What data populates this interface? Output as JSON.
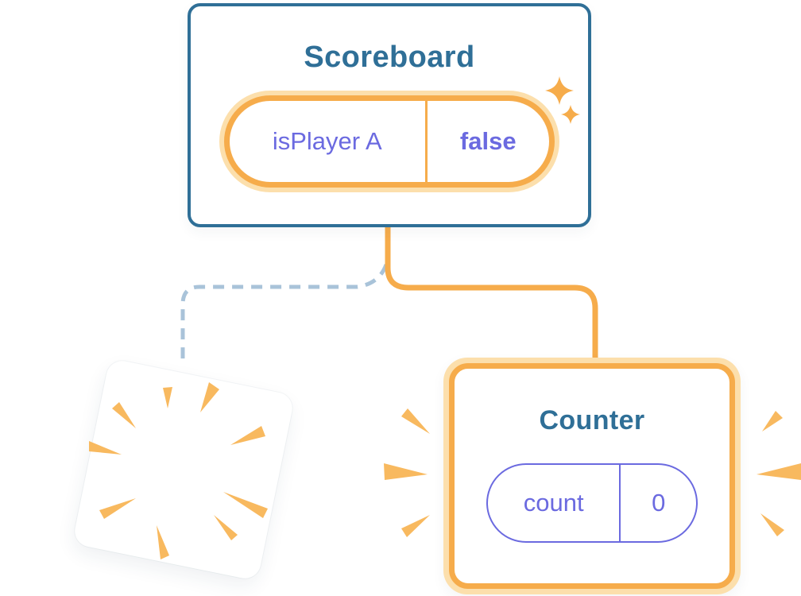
{
  "diagram": {
    "scoreboard": {
      "title": "Scoreboard",
      "state_pill": {
        "name": "isPlayer A",
        "value": "false"
      }
    },
    "counter": {
      "title": "Counter",
      "state_pill": {
        "name": "count",
        "value": "0"
      }
    },
    "icons": {
      "sparkles": "sparkles-icon",
      "destroyed_burst": "burst-icon",
      "mount_pop_left": "pop-left-icon",
      "mount_pop_right": "pop-right-icon"
    },
    "colors": {
      "teal": "#2F6F97",
      "purple": "#6B6AE0",
      "orange": "#F6AC4B",
      "orange_halo": "#FCDFAC",
      "burst_orange": "#F8B95F",
      "dashed_blue": "#A9C3D9",
      "card_background": "#FFFFFF"
    }
  }
}
